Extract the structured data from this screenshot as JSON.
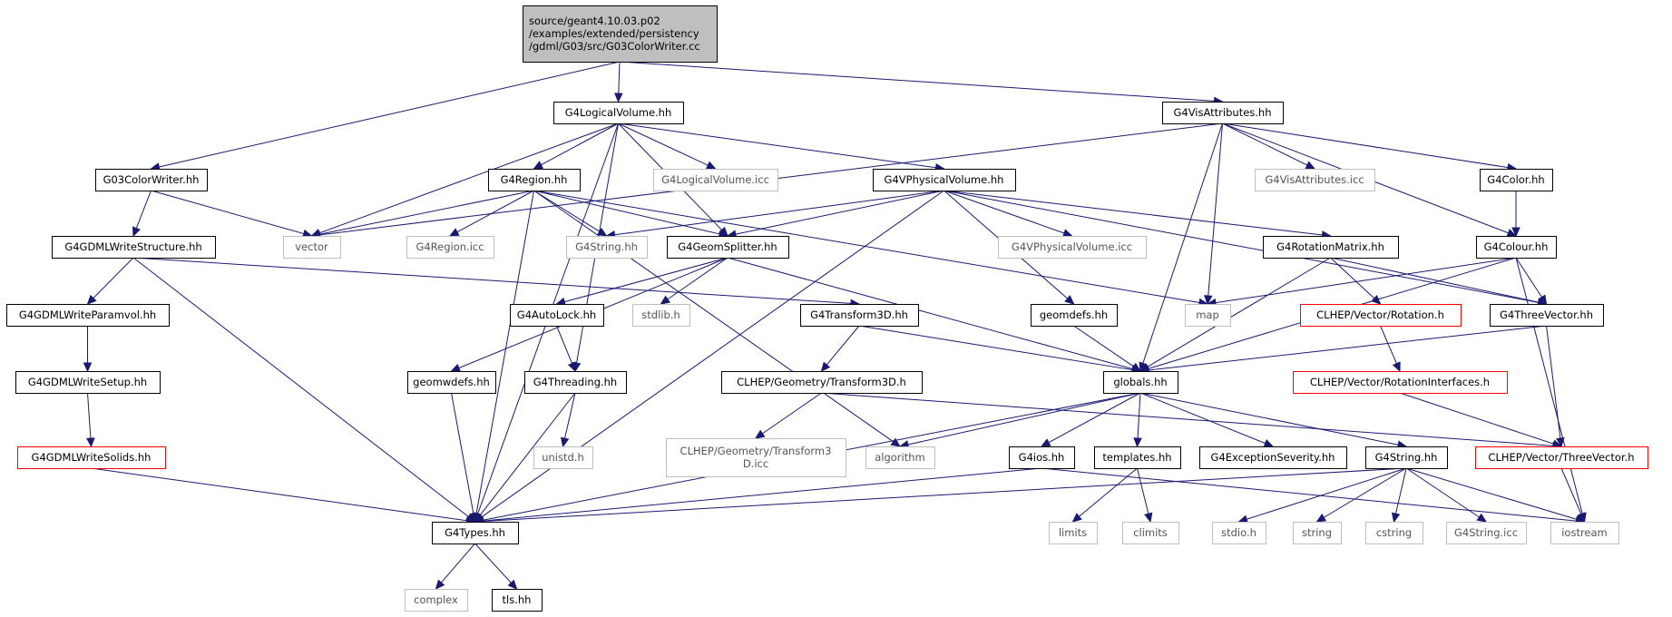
{
  "title": "",
  "colors": {
    "edge": "#191970",
    "normal_border": "#000000",
    "system_border": "#bfbfbf",
    "missing_border": "#ff0000",
    "root_fill": "#bfbfbf",
    "node_fill": "#ffffff",
    "system_text": "#555555",
    "text": "#000000"
  },
  "nodes": [
    {
      "id": "root",
      "kind": "root",
      "lines": [
        "source/geant4.10.03.p02",
        "/examples/extended/persistency",
        "/gdml/G03/src/G03ColorWriter.cc"
      ]
    },
    {
      "id": "G4LogicalVolume_hh",
      "kind": "normal",
      "lines": [
        "G4LogicalVolume.hh"
      ]
    },
    {
      "id": "G4VisAttributes_hh",
      "kind": "normal",
      "lines": [
        "G4VisAttributes.hh"
      ]
    },
    {
      "id": "G03ColorWriter_hh",
      "kind": "normal",
      "lines": [
        "G03ColorWriter.hh"
      ]
    },
    {
      "id": "G4Region_hh",
      "kind": "normal",
      "lines": [
        "G4Region.hh"
      ]
    },
    {
      "id": "G4LogicalVolume_icc",
      "kind": "system",
      "lines": [
        "G4LogicalVolume.icc"
      ]
    },
    {
      "id": "G4VPhysicalVolume_hh",
      "kind": "normal",
      "lines": [
        "G4VPhysicalVolume.hh"
      ]
    },
    {
      "id": "G4VisAttributes_icc",
      "kind": "system",
      "lines": [
        "G4VisAttributes.icc"
      ]
    },
    {
      "id": "G4Color_hh",
      "kind": "normal",
      "lines": [
        "G4Color.hh"
      ]
    },
    {
      "id": "G4GDMLWriteStructure_hh",
      "kind": "normal",
      "lines": [
        "G4GDMLWriteStructure.hh"
      ]
    },
    {
      "id": "vector",
      "kind": "system",
      "lines": [
        "vector"
      ]
    },
    {
      "id": "G4Region_icc",
      "kind": "system",
      "lines": [
        "G4Region.icc"
      ]
    },
    {
      "id": "G4String_hh_a",
      "kind": "system",
      "lines": [
        "G4String.hh"
      ]
    },
    {
      "id": "G4GeomSplitter_hh",
      "kind": "normal",
      "lines": [
        "G4GeomSplitter.hh"
      ]
    },
    {
      "id": "G4VPhysicalVolume_icc",
      "kind": "system",
      "lines": [
        "G4VPhysicalVolume.icc"
      ]
    },
    {
      "id": "G4RotationMatrix_hh",
      "kind": "normal",
      "lines": [
        "G4RotationMatrix.hh"
      ]
    },
    {
      "id": "G4Colour_hh",
      "kind": "normal",
      "lines": [
        "G4Colour.hh"
      ]
    },
    {
      "id": "G4GDMLWriteParamvol_hh",
      "kind": "normal",
      "lines": [
        "G4GDMLWriteParamvol.hh"
      ]
    },
    {
      "id": "G4AutoLock_hh",
      "kind": "normal",
      "lines": [
        "G4AutoLock.hh"
      ]
    },
    {
      "id": "stdlib_h",
      "kind": "system",
      "lines": [
        "stdlib.h"
      ]
    },
    {
      "id": "G4Transform3D_hh",
      "kind": "normal",
      "lines": [
        "G4Transform3D.hh"
      ]
    },
    {
      "id": "geomdefs_hh",
      "kind": "normal",
      "lines": [
        "geomdefs.hh"
      ]
    },
    {
      "id": "map",
      "kind": "system",
      "lines": [
        "map"
      ]
    },
    {
      "id": "CLHEP_Rotation_h",
      "kind": "missing",
      "lines": [
        "CLHEP/Vector/Rotation.h"
      ]
    },
    {
      "id": "G4ThreeVector_hh",
      "kind": "normal",
      "lines": [
        "G4ThreeVector.hh"
      ]
    },
    {
      "id": "G4GDMLWriteSetup_hh",
      "kind": "normal",
      "lines": [
        "G4GDMLWriteSetup.hh"
      ]
    },
    {
      "id": "geomwdefs_hh",
      "kind": "normal",
      "lines": [
        "geomwdefs.hh"
      ]
    },
    {
      "id": "G4Threading_hh",
      "kind": "normal",
      "lines": [
        "G4Threading.hh"
      ]
    },
    {
      "id": "CLHEP_Transform3D_h",
      "kind": "normal",
      "lines": [
        "CLHEP/Geometry/Transform3D.h"
      ]
    },
    {
      "id": "globals_hh",
      "kind": "normal",
      "lines": [
        "globals.hh"
      ]
    },
    {
      "id": "CLHEP_RotationInterfaces_h",
      "kind": "missing",
      "lines": [
        "CLHEP/Vector/RotationInterfaces.h"
      ]
    },
    {
      "id": "G4GDMLWriteSolids_hh",
      "kind": "missing",
      "lines": [
        "G4GDMLWriteSolids.hh"
      ]
    },
    {
      "id": "unistd_h",
      "kind": "system",
      "lines": [
        "unistd.h"
      ]
    },
    {
      "id": "CLHEP_Transform3D_icc",
      "kind": "system",
      "lines": [
        "CLHEP/Geometry/Transform3",
        "D.icc"
      ]
    },
    {
      "id": "algorithm",
      "kind": "system",
      "lines": [
        "algorithm"
      ]
    },
    {
      "id": "G4ios_hh",
      "kind": "normal",
      "lines": [
        "G4ios.hh"
      ]
    },
    {
      "id": "templates_hh",
      "kind": "normal",
      "lines": [
        "templates.hh"
      ]
    },
    {
      "id": "G4ExceptionSeverity_hh",
      "kind": "normal",
      "lines": [
        "G4ExceptionSeverity.hh"
      ]
    },
    {
      "id": "G4String_hh_b",
      "kind": "normal",
      "lines": [
        "G4String.hh"
      ]
    },
    {
      "id": "CLHEP_ThreeVector_h",
      "kind": "missing",
      "lines": [
        "CLHEP/Vector/ThreeVector.h"
      ]
    },
    {
      "id": "G4Types_hh",
      "kind": "normal",
      "lines": [
        "G4Types.hh"
      ]
    },
    {
      "id": "limits",
      "kind": "system",
      "lines": [
        "limits"
      ]
    },
    {
      "id": "climits",
      "kind": "system",
      "lines": [
        "climits"
      ]
    },
    {
      "id": "stdio_h",
      "kind": "system",
      "lines": [
        "stdio.h"
      ]
    },
    {
      "id": "string",
      "kind": "system",
      "lines": [
        "string"
      ]
    },
    {
      "id": "cstring",
      "kind": "system",
      "lines": [
        "cstring"
      ]
    },
    {
      "id": "G4String_icc",
      "kind": "system",
      "lines": [
        "G4String.icc"
      ]
    },
    {
      "id": "iostream",
      "kind": "system",
      "lines": [
        "iostream"
      ]
    },
    {
      "id": "complex",
      "kind": "system",
      "lines": [
        "complex"
      ]
    },
    {
      "id": "tls_hh",
      "kind": "normal",
      "lines": [
        "tls.hh"
      ]
    }
  ],
  "edges": [
    [
      "root",
      "G4LogicalVolume_hh"
    ],
    [
      "root",
      "G4VisAttributes_hh"
    ],
    [
      "root",
      "G03ColorWriter_hh"
    ],
    [
      "G4LogicalVolume_hh",
      "vector"
    ],
    [
      "G4LogicalVolume_hh",
      "G4Region_hh"
    ],
    [
      "G4LogicalVolume_hh",
      "G4LogicalVolume_icc"
    ],
    [
      "G4LogicalVolume_hh",
      "G4VPhysicalVolume_hh"
    ],
    [
      "G4LogicalVolume_hh",
      "G4GeomSplitter_hh"
    ],
    [
      "G4LogicalVolume_hh",
      "G4Threading_hh"
    ],
    [
      "G4LogicalVolume_hh",
      "G4Types_hh"
    ],
    [
      "G4VisAttributes_hh",
      "vector"
    ],
    [
      "G4VisAttributes_hh",
      "G4VisAttributes_icc"
    ],
    [
      "G4VisAttributes_hh",
      "G4Color_hh"
    ],
    [
      "G4VisAttributes_hh",
      "G4Colour_hh"
    ],
    [
      "G4VisAttributes_hh",
      "map"
    ],
    [
      "G4VisAttributes_hh",
      "globals_hh"
    ],
    [
      "G03ColorWriter_hh",
      "vector"
    ],
    [
      "G03ColorWriter_hh",
      "G4GDMLWriteStructure_hh"
    ],
    [
      "G4Region_hh",
      "vector"
    ],
    [
      "G4Region_hh",
      "G4Region_icc"
    ],
    [
      "G4Region_hh",
      "G4String_hh_a"
    ],
    [
      "G4Region_hh",
      "G4GeomSplitter_hh"
    ],
    [
      "G4Region_hh",
      "map"
    ],
    [
      "G4Region_hh",
      "algorithm"
    ],
    [
      "G4Region_hh",
      "G4Types_hh"
    ],
    [
      "G4VPhysicalVolume_hh",
      "G4String_hh_a"
    ],
    [
      "G4VPhysicalVolume_hh",
      "G4GeomSplitter_hh"
    ],
    [
      "G4VPhysicalVolume_hh",
      "G4VPhysicalVolume_icc"
    ],
    [
      "G4VPhysicalVolume_hh",
      "G4RotationMatrix_hh"
    ],
    [
      "G4VPhysicalVolume_hh",
      "geomdefs_hh"
    ],
    [
      "G4VPhysicalVolume_hh",
      "G4ThreeVector_hh"
    ],
    [
      "G4VPhysicalVolume_hh",
      "G4Types_hh"
    ],
    [
      "G4Color_hh",
      "G4Colour_hh"
    ],
    [
      "G4GDMLWriteStructure_hh",
      "G4GDMLWriteParamvol_hh"
    ],
    [
      "G4GDMLWriteStructure_hh",
      "G4Transform3D_hh"
    ],
    [
      "G4GDMLWriteStructure_hh",
      "G4Types_hh"
    ],
    [
      "G4GeomSplitter_hh",
      "G4AutoLock_hh"
    ],
    [
      "G4GeomSplitter_hh",
      "stdlib_h"
    ],
    [
      "G4GeomSplitter_hh",
      "geomwdefs_hh"
    ],
    [
      "G4GeomSplitter_hh",
      "globals_hh"
    ],
    [
      "G4RotationMatrix_hh",
      "CLHEP_Rotation_h"
    ],
    [
      "G4RotationMatrix_hh",
      "G4ThreeVector_hh"
    ],
    [
      "G4RotationMatrix_hh",
      "globals_hh"
    ],
    [
      "G4Colour_hh",
      "map"
    ],
    [
      "G4Colour_hh",
      "G4ThreeVector_hh"
    ],
    [
      "G4Colour_hh",
      "globals_hh"
    ],
    [
      "G4Colour_hh",
      "iostream"
    ],
    [
      "G4GDMLWriteParamvol_hh",
      "G4GDMLWriteSetup_hh"
    ],
    [
      "G4AutoLock_hh",
      "G4Threading_hh"
    ],
    [
      "G4Transform3D_hh",
      "CLHEP_Transform3D_h"
    ],
    [
      "G4Transform3D_hh",
      "globals_hh"
    ],
    [
      "geomdefs_hh",
      "globals_hh"
    ],
    [
      "CLHEP_Rotation_h",
      "CLHEP_RotationInterfaces_h"
    ],
    [
      "G4ThreeVector_hh",
      "globals_hh"
    ],
    [
      "G4ThreeVector_hh",
      "CLHEP_ThreeVector_h"
    ],
    [
      "G4GDMLWriteSetup_hh",
      "G4GDMLWriteSolids_hh"
    ],
    [
      "geomwdefs_hh",
      "G4Types_hh"
    ],
    [
      "G4Threading_hh",
      "unistd_h"
    ],
    [
      "G4Threading_hh",
      "G4Types_hh"
    ],
    [
      "CLHEP_Transform3D_h",
      "CLHEP_Transform3D_icc"
    ],
    [
      "CLHEP_Transform3D_h",
      "CLHEP_ThreeVector_h"
    ],
    [
      "globals_hh",
      "algorithm"
    ],
    [
      "globals_hh",
      "G4ios_hh"
    ],
    [
      "globals_hh",
      "templates_hh"
    ],
    [
      "globals_hh",
      "G4ExceptionSeverity_hh"
    ],
    [
      "globals_hh",
      "G4String_hh_b"
    ],
    [
      "globals_hh",
      "G4Types_hh"
    ],
    [
      "CLHEP_RotationInterfaces_h",
      "CLHEP_ThreeVector_h"
    ],
    [
      "G4GDMLWriteSolids_hh",
      "G4Types_hh"
    ],
    [
      "G4ios_hh",
      "G4Types_hh"
    ],
    [
      "G4ios_hh",
      "iostream"
    ],
    [
      "templates_hh",
      "limits"
    ],
    [
      "templates_hh",
      "climits"
    ],
    [
      "G4String_hh_b",
      "G4Types_hh"
    ],
    [
      "G4String_hh_b",
      "stdio_h"
    ],
    [
      "G4String_hh_b",
      "string"
    ],
    [
      "G4String_hh_b",
      "cstring"
    ],
    [
      "G4String_hh_b",
      "G4String_icc"
    ],
    [
      "G4String_hh_b",
      "iostream"
    ],
    [
      "CLHEP_ThreeVector_h",
      "iostream"
    ],
    [
      "G4Types_hh",
      "complex"
    ],
    [
      "G4Types_hh",
      "tls_hh"
    ]
  ]
}
